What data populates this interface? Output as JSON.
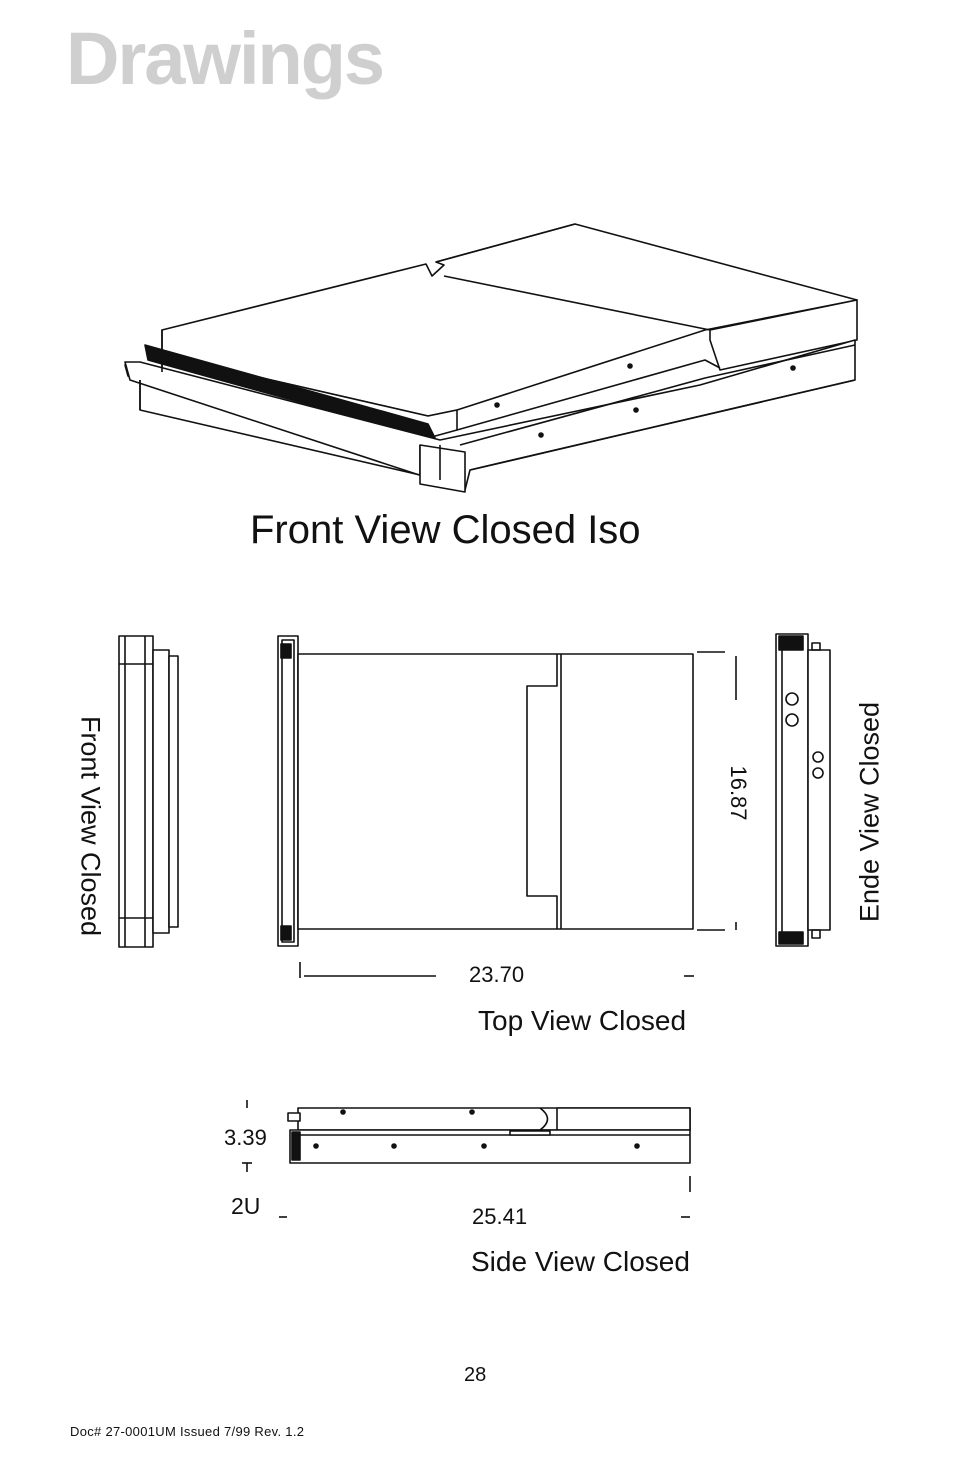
{
  "page": {
    "title": "Drawings",
    "page_number": "28",
    "footer": "Doc# 27-0001UM  Issued 7/99  Rev. 1.2"
  },
  "drawings": {
    "iso_caption": "Front View Closed Iso",
    "front_caption": "Front View Closed",
    "top_caption": "Top View Closed",
    "end_caption": "Ende View Closed",
    "side_caption": "Side View Closed"
  },
  "dimensions": {
    "top_width": "23.70",
    "top_depth": "16.87",
    "side_length": "25.41",
    "side_height": "3.39",
    "rack_units": "2U"
  }
}
